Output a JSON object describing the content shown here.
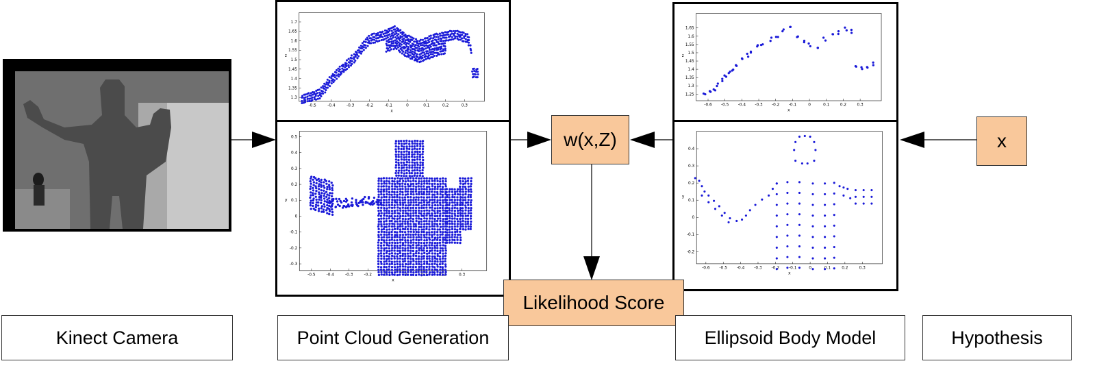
{
  "labels": {
    "kinect": "Kinect Camera",
    "pointcloud": "Point Cloud Generation",
    "ellipsoid": "Ellipsoid Body Model",
    "hypothesis": "Hypothesis"
  },
  "nodes": {
    "weight": "w(x,Z)",
    "likelihood": "Likelihood Score",
    "x": "x"
  },
  "plots": {
    "pc_top": {
      "xticks": [
        "-0.5",
        "-0.4",
        "-0.3",
        "-0.2",
        "-0.1",
        "0",
        "0.1",
        "0.2",
        "0.3"
      ],
      "yticks": [
        "1.3",
        "1.35",
        "1.4",
        "1.45",
        "1.5",
        "1.55",
        "1.6",
        "1.65",
        "1.7"
      ],
      "xlabel": "x",
      "ylabel": "z"
    },
    "pc_bottom": {
      "xticks": [
        "-0.5",
        "-0.4",
        "-0.3",
        "-0.2",
        "-0.1",
        "0",
        "0.1",
        "0.2",
        "0.3"
      ],
      "yticks": [
        "-0.3",
        "-0.2",
        "-0.1",
        "0",
        "0.1",
        "0.2",
        "0.3",
        "0.4",
        "0.5"
      ],
      "xlabel": "x",
      "ylabel": "y"
    },
    "em_top": {
      "xticks": [
        "-0.6",
        "-0.5",
        "-0.4",
        "-0.3",
        "-0.2",
        "-0.1",
        "0",
        "0.1",
        "0.2",
        "0.3"
      ],
      "yticks": [
        "1.25",
        "1.3",
        "1.35",
        "1.4",
        "1.45",
        "1.5",
        "1.55",
        "1.6",
        "1.65"
      ],
      "xlabel": "x",
      "ylabel": "z"
    },
    "em_bottom": {
      "xticks": [
        "-0.6",
        "-0.5",
        "-0.4",
        "-0.3",
        "-0.2",
        "-0.1",
        "0",
        "0.1",
        "0.2",
        "0.3"
      ],
      "yticks": [
        "-0.2",
        "-0.1",
        "0",
        "0.1",
        "0.2",
        "0.3",
        "0.4"
      ],
      "xlabel": "x",
      "ylabel": "y"
    }
  },
  "colors": {
    "points": "#1a1ad8",
    "box_fill": "#f9c89b",
    "depth_background": "#6e6e6e",
    "depth_body": "#4a4a4a"
  }
}
